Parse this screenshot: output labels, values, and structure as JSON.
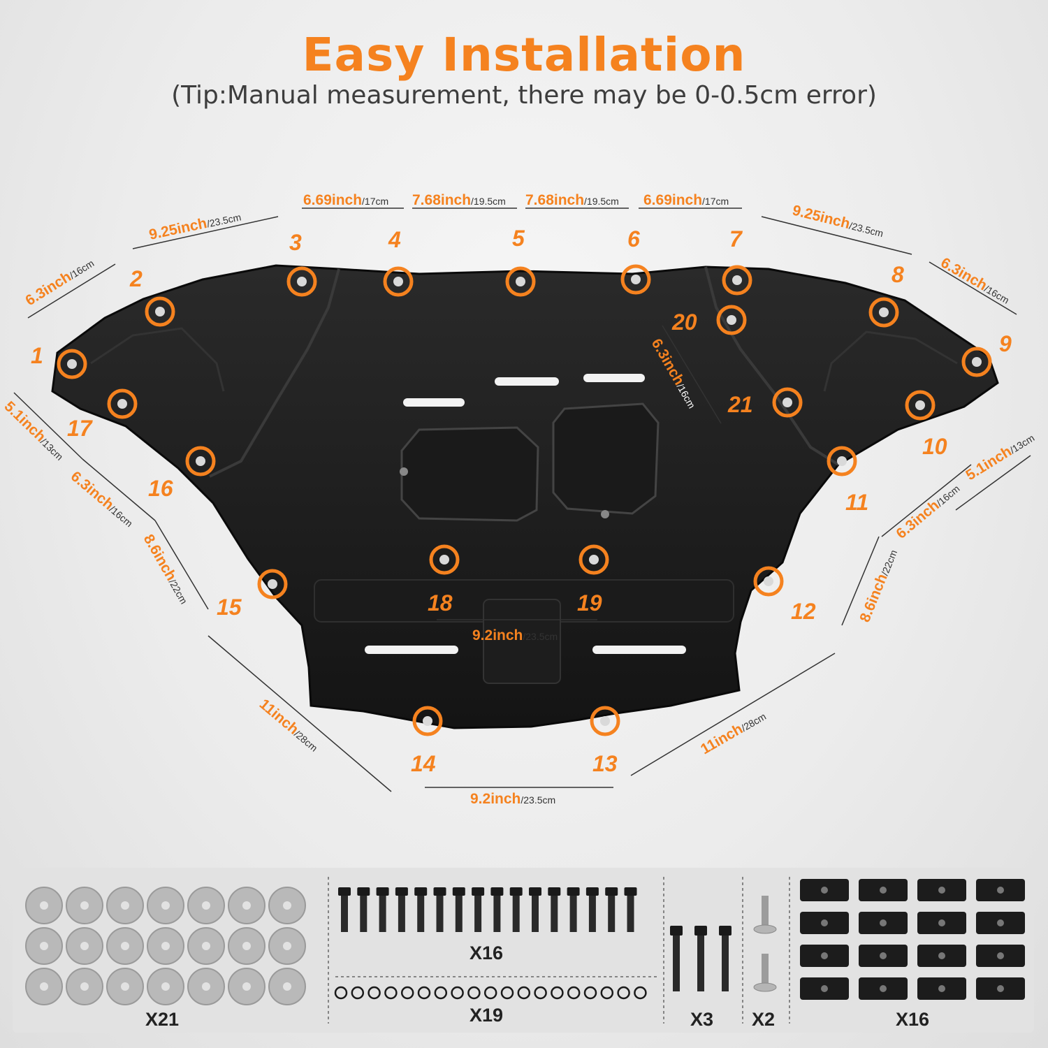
{
  "header": {
    "title": "Easy Installation",
    "subtitle": "(Tip:Manual measurement, there may be 0-0.5cm error)"
  },
  "accent_color": "#f5821f",
  "points": [
    "1",
    "2",
    "3",
    "4",
    "5",
    "6",
    "7",
    "8",
    "9",
    "10",
    "11",
    "12",
    "13",
    "14",
    "15",
    "16",
    "17",
    "18",
    "19",
    "20",
    "21"
  ],
  "dimensions": [
    {
      "main": "6.3inch",
      "sub": "/16cm"
    },
    {
      "main": "9.25inch",
      "sub": "/23.5cm"
    },
    {
      "main": "6.69inch",
      "sub": "/17cm"
    },
    {
      "main": "7.68inch",
      "sub": "/19.5cm"
    },
    {
      "main": "7.68inch",
      "sub": "/19.5cm"
    },
    {
      "main": "6.69inch",
      "sub": "/17cm"
    },
    {
      "main": "9.25inch",
      "sub": "/23.5cm"
    },
    {
      "main": "6.3inch",
      "sub": "/16cm"
    },
    {
      "main": "5.1inch",
      "sub": "/13cm"
    },
    {
      "main": "6.3inch",
      "sub": "/16cm"
    },
    {
      "main": "8.6inch",
      "sub": "/22cm"
    },
    {
      "main": "11inch",
      "sub": "/28cm"
    },
    {
      "main": "9.2inch",
      "sub": "/23.5cm"
    },
    {
      "main": "11inch",
      "sub": "/28cm"
    },
    {
      "main": "8.6inch",
      "sub": "/22cm"
    },
    {
      "main": "6.3inch",
      "sub": "/16cm"
    },
    {
      "main": "5.1inch",
      "sub": "/13cm"
    },
    {
      "main": "9.2inch",
      "sub": "/23.5cm"
    },
    {
      "main": "6.3inch",
      "sub": "/16cm"
    }
  ],
  "hardware": [
    {
      "item": "washers",
      "count": "X21"
    },
    {
      "item": "bolts",
      "count": "X16"
    },
    {
      "item": "o-rings",
      "count": "X19"
    },
    {
      "item": "long-bolts",
      "count": "X3"
    },
    {
      "item": "screws",
      "count": "X2"
    },
    {
      "item": "clip-nuts",
      "count": "X16"
    }
  ]
}
